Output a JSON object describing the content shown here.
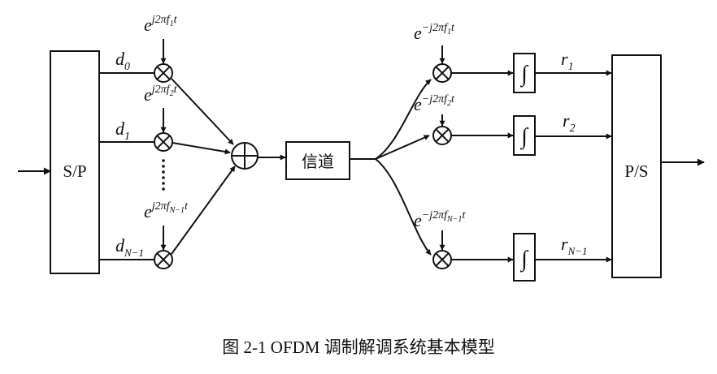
{
  "caption": "图 2-1 OFDM 调制解调系统基本模型",
  "blocks": {
    "serial_to_parallel": "S/P",
    "channel": "信道",
    "parallel_to_serial": "P/S",
    "integrator_symbol": "∫"
  },
  "modulator": {
    "inputs": [
      {
        "base": "d",
        "sub": "0"
      },
      {
        "base": "d",
        "sub": "1"
      },
      {
        "base": "d",
        "sub": "N−1"
      }
    ],
    "carriers": [
      {
        "base": "e",
        "exp_pre": "j2π",
        "exp_f": "f",
        "exp_sub": "1",
        "exp_post": "t"
      },
      {
        "base": "e",
        "exp_pre": "j2π",
        "exp_f": "f",
        "exp_sub": "2",
        "exp_post": "t"
      },
      {
        "base": "e",
        "exp_pre": "j2π",
        "exp_f": "f",
        "exp_sub": "N−1",
        "exp_post": "t"
      }
    ]
  },
  "demodulator": {
    "carriers": [
      {
        "base": "e",
        "exp_pre": "−j2π",
        "exp_f": "f",
        "exp_sub": "1",
        "exp_post": "t"
      },
      {
        "base": "e",
        "exp_pre": "−j2π",
        "exp_f": "f",
        "exp_sub": "2",
        "exp_post": "t"
      },
      {
        "base": "e",
        "exp_pre": "−j2π",
        "exp_f": "f",
        "exp_sub": "N−1",
        "exp_post": "t"
      }
    ],
    "outputs": [
      {
        "base": "r",
        "sub": "1"
      },
      {
        "base": "r",
        "sub": "2"
      },
      {
        "base": "r",
        "sub": "N−1"
      }
    ]
  }
}
